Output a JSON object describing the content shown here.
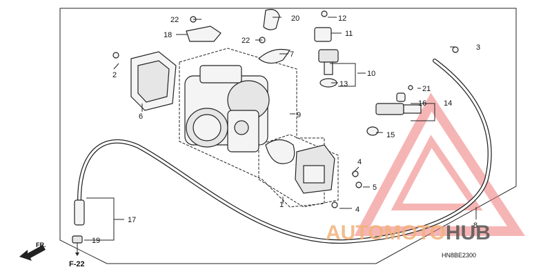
{
  "diagram": {
    "code": "HN8BE2300",
    "ref_page": "F-22",
    "front_label": "FR.",
    "callouts": [
      {
        "id": "c1",
        "label": "1"
      },
      {
        "id": "c2",
        "label": "2"
      },
      {
        "id": "c3",
        "label": "3"
      },
      {
        "id": "c4a",
        "label": "4"
      },
      {
        "id": "c4b",
        "label": "4"
      },
      {
        "id": "c5",
        "label": "5"
      },
      {
        "id": "c6",
        "label": "6"
      },
      {
        "id": "c7",
        "label": "7"
      },
      {
        "id": "c8",
        "label": "8"
      },
      {
        "id": "c9",
        "label": "9"
      },
      {
        "id": "c10",
        "label": "10"
      },
      {
        "id": "c11",
        "label": "11"
      },
      {
        "id": "c12",
        "label": "12"
      },
      {
        "id": "c13",
        "label": "13"
      },
      {
        "id": "c14",
        "label": "14"
      },
      {
        "id": "c15",
        "label": "15"
      },
      {
        "id": "c16",
        "label": "16"
      },
      {
        "id": "c17",
        "label": "17"
      },
      {
        "id": "c18",
        "label": "18"
      },
      {
        "id": "c19",
        "label": "19"
      },
      {
        "id": "c20",
        "label": "20"
      },
      {
        "id": "c21",
        "label": "21"
      },
      {
        "id": "c22a",
        "label": "22"
      },
      {
        "id": "c22b",
        "label": "22"
      }
    ]
  },
  "watermark": {
    "part1": "AUTOMOTO",
    "part2": "HUB",
    "colors": {
      "orange": "#f2b27a",
      "red": "#f07a7a",
      "gray": "#555555"
    }
  }
}
